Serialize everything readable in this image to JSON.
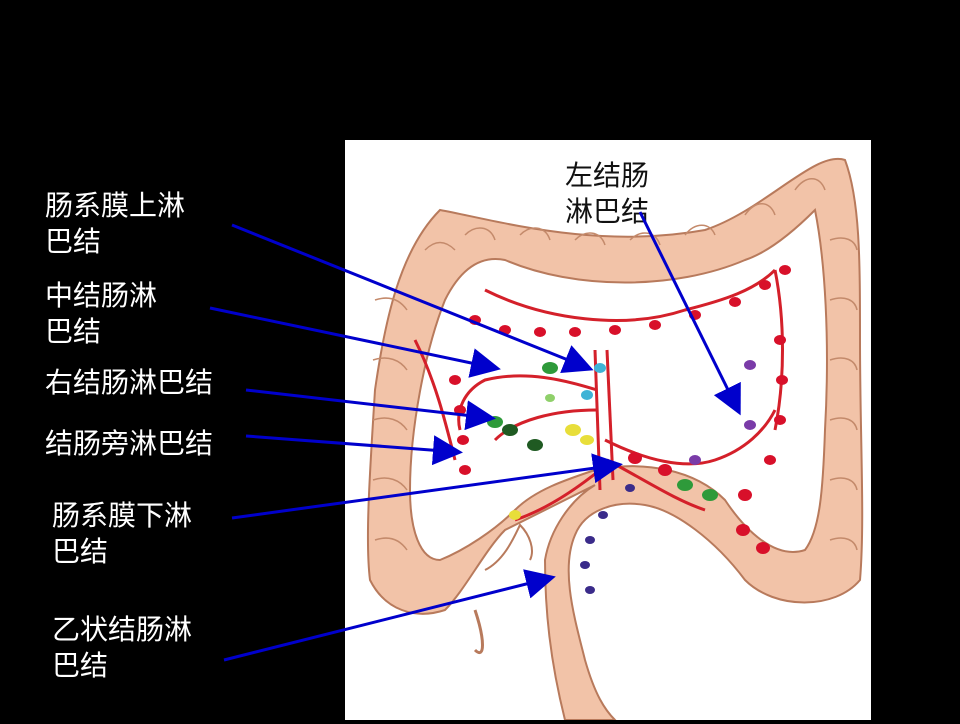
{
  "labels": {
    "superior_mesenteric": "肠系膜上淋\n巴结",
    "middle_colic": "中结肠淋\n巴结",
    "right_colic": "右结肠淋巴结",
    "paracolic": "结肠旁淋巴结",
    "inferior_mesenteric": "肠系膜下淋\n巴结",
    "sigmoid": "乙状结肠淋\n巴结",
    "left_colic": "左结肠\n淋巴结"
  },
  "colors": {
    "background": "#000000",
    "arrow": "#0000cc",
    "colon_fill": "#f2c3a8",
    "colon_stroke": "#b87a5c",
    "vessel": "#d4202a",
    "node_red": "#d8102a",
    "node_green": "#2e9a3a",
    "node_darkgreen": "#1f5a22",
    "node_cyan": "#3fb3d6",
    "node_yellow": "#e8de3a",
    "node_purple": "#7a3ba8",
    "node_navy": "#3a2b8a"
  }
}
